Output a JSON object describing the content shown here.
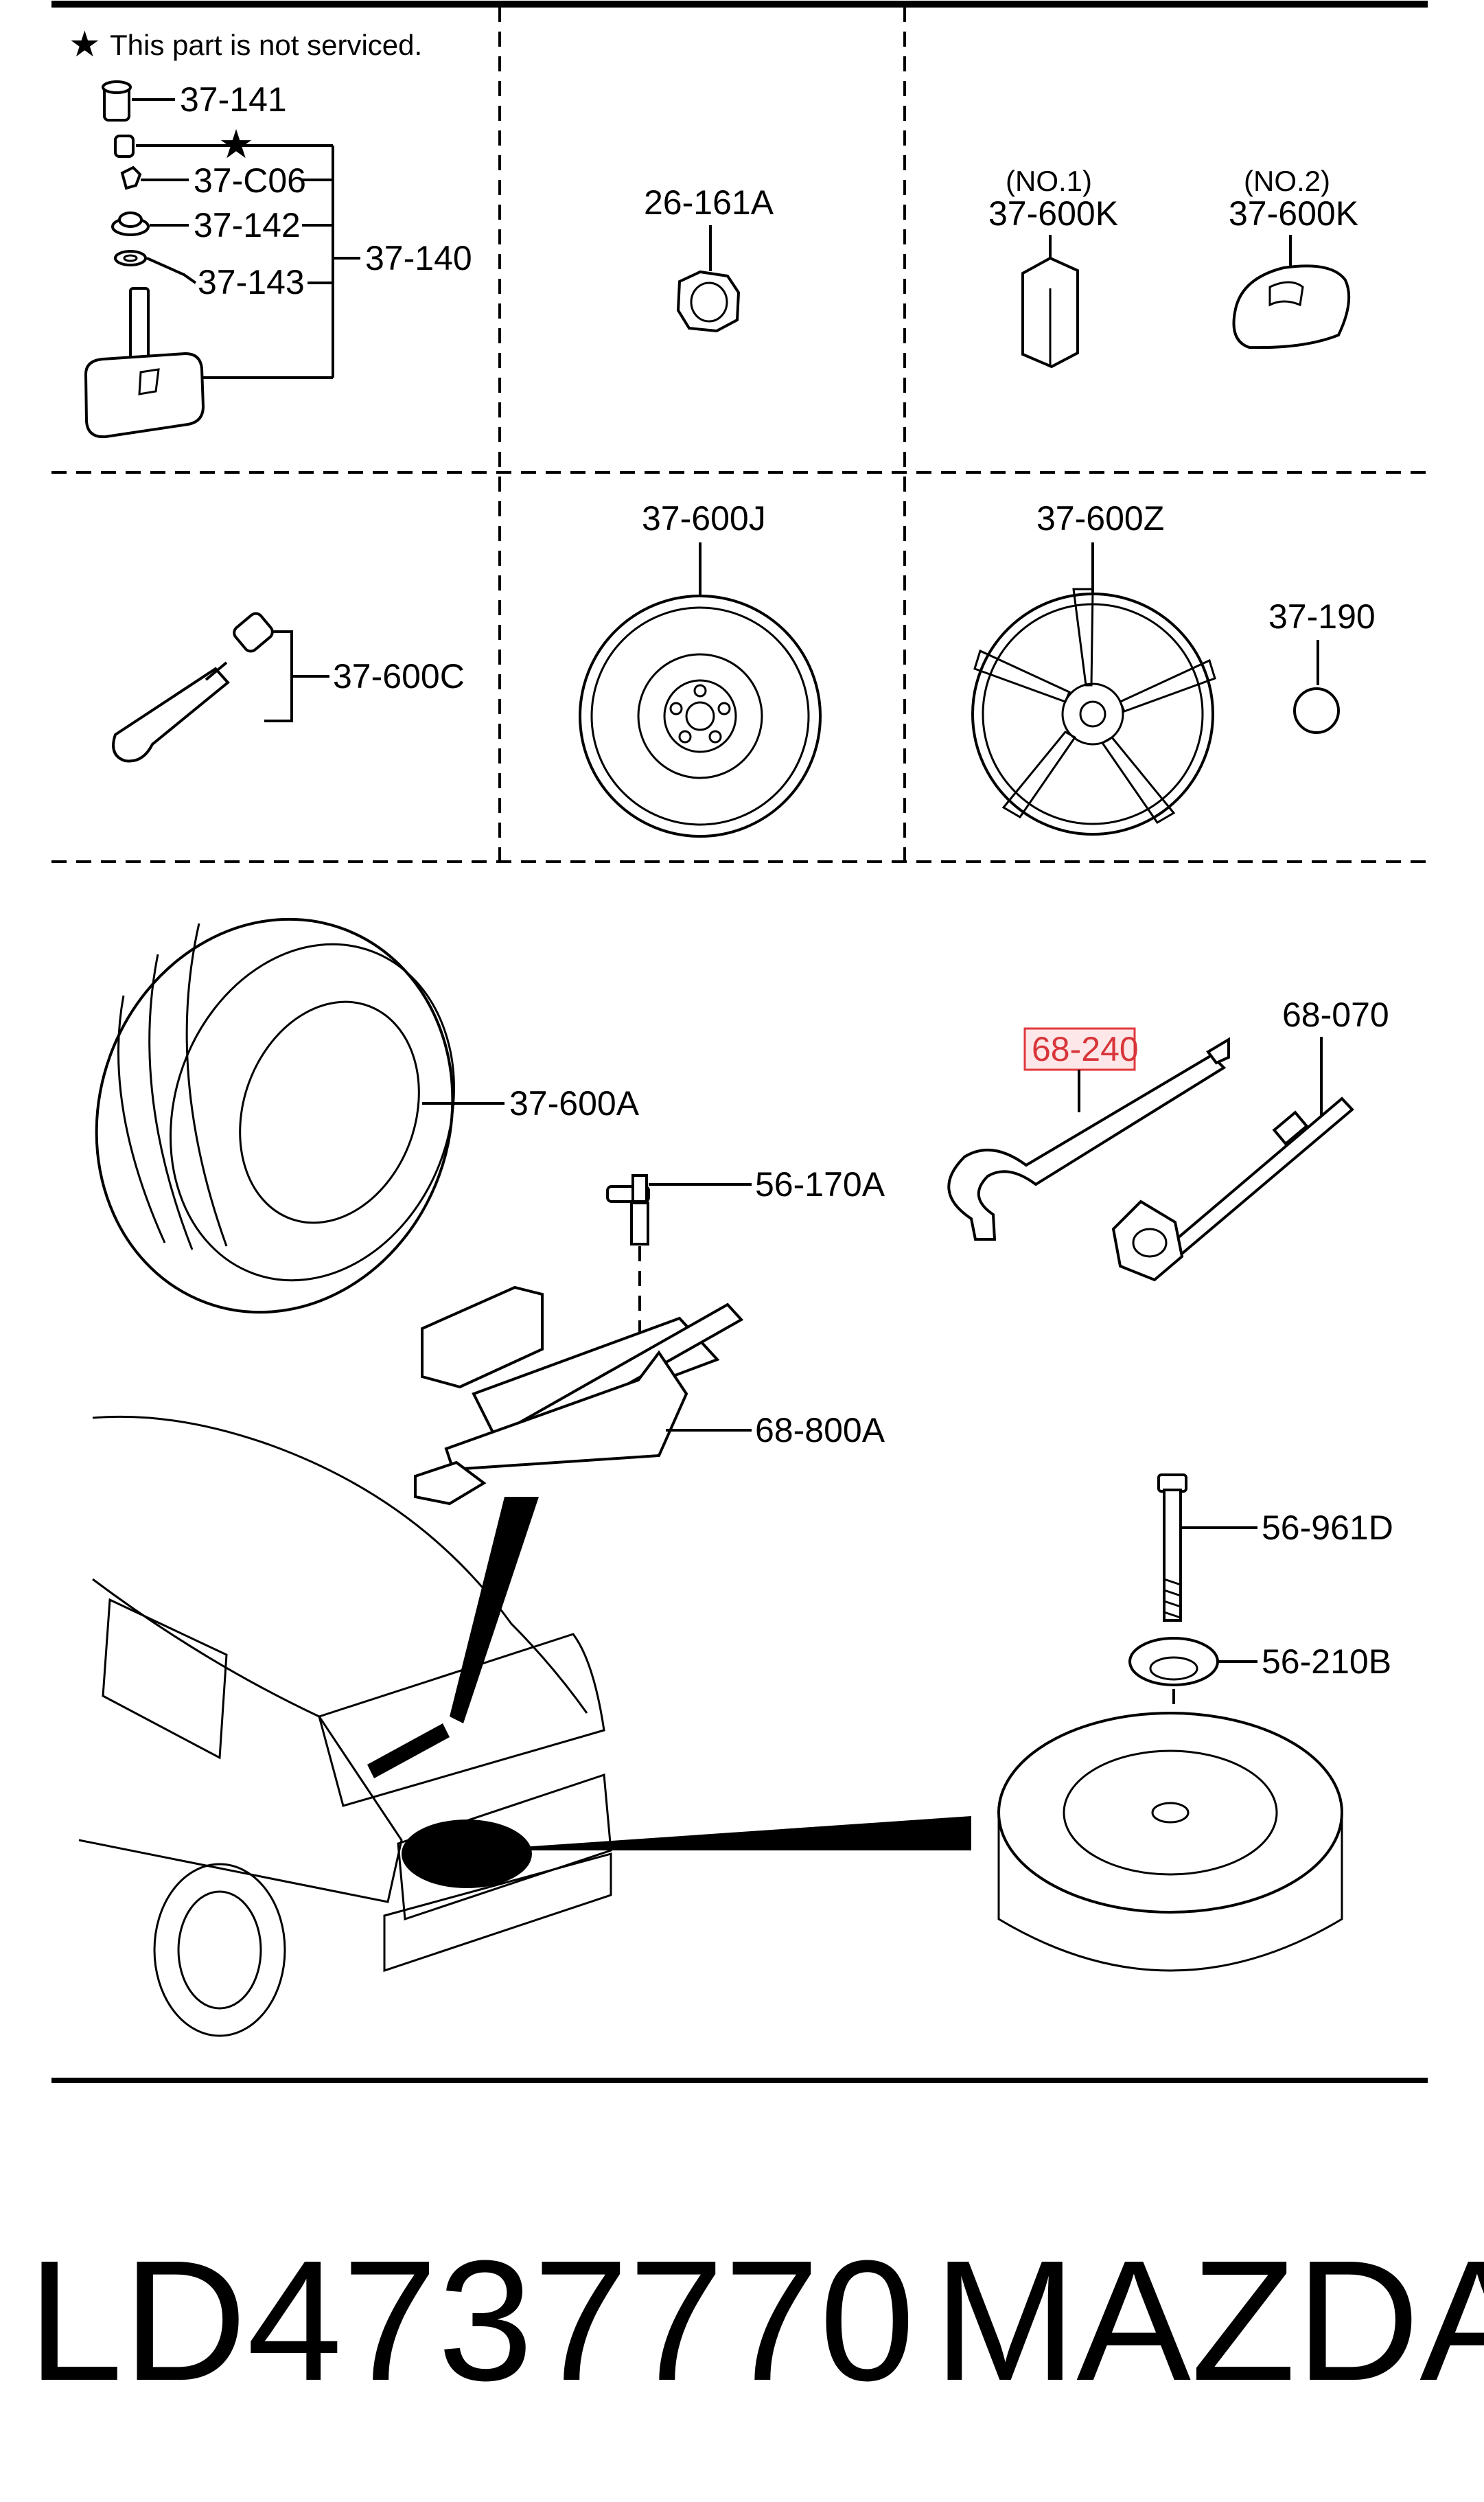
{
  "note": "This part is not serviced.",
  "note_mark": "★",
  "labels": {
    "p37_141": "37-141",
    "p37_c06": "37-C06",
    "p37_142": "37-142",
    "p37_143": "37-143",
    "p37_140": "37-140",
    "p26_161a": "26-161A",
    "no1": "(NO.1)",
    "no2": "(NO.2)",
    "p37_600k_1": "37-600K",
    "p37_600k_2": "37-600K",
    "p37_600c": "37-600C",
    "p37_600j": "37-600J",
    "p37_600z": "37-600Z",
    "p37_190": "37-190",
    "p37_600a": "37-600A",
    "p68_240": "68-240",
    "p68_070": "68-070",
    "p56_170a": "56-170A",
    "p68_800a": "68-800A",
    "p56_961d": "56-961D",
    "p56_210b": "56-210B"
  },
  "footer": {
    "part_number": "LD4737770",
    "brand": "MAZDA"
  },
  "colors": {
    "highlight_border": "#e0393e",
    "highlight_fill": "#fde7e8",
    "ink": "#000000"
  }
}
